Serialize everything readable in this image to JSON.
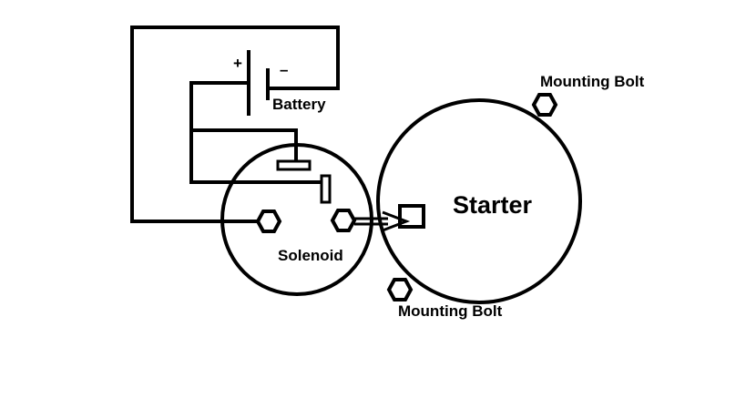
{
  "labels": {
    "battery": "Battery",
    "battery_plus": "+",
    "battery_minus": "–",
    "solenoid": "Solenoid",
    "starter": "Starter",
    "mounting_bolt_top": "Mounting Bolt",
    "mounting_bolt_bottom": "Mounting Bolt"
  },
  "colors": {
    "line": "#000000",
    "background": "#ffffff"
  }
}
